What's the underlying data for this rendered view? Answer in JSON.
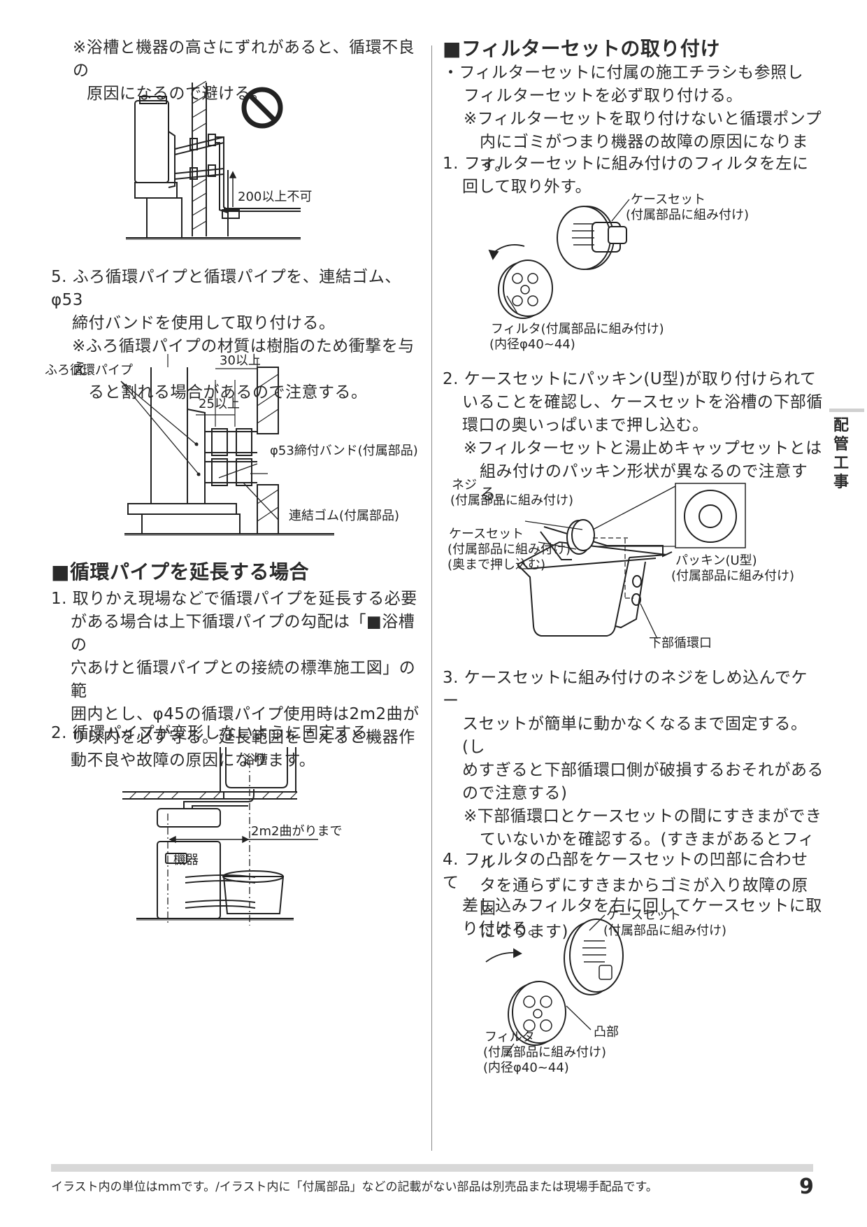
{
  "left": {
    "intro_note": [
      "※浴槽と機器の高さにずれがあると、循環不良の",
      "原因になるので避ける。"
    ],
    "fig1_label": "200以上不可",
    "step5": [
      "5. ふろ循環パイプと循環パイプを、連結ゴム、φ53",
      "締付バンドを使用して取り付ける。"
    ],
    "step5_note": [
      "※ふろ循環パイプの材質は樹脂のため衝撃を与え",
      "ると割れる場合があるので注意する。"
    ],
    "fig2": {
      "pipe": "ふろ循環パイプ",
      "dim30": "30以上",
      "dim25": "25以上",
      "band": "φ53締付バンド(付属部品)",
      "rubber": "連結ゴム(付属部品)"
    },
    "section_title": "■循環パイプを延長する場合",
    "step1": [
      "1. 取りかえ現場などで循環パイプを延長する必要",
      "がある場合は上下循環パイプの勾配は「■浴槽の",
      "穴あけと循環パイプとの接続の標準施工図」の範",
      "囲内とし、φ45の循環パイプ使用時は2m2曲が",
      "り以内を必ず守る。延長範囲をこえると機器作",
      "動不良や故障の原因になります。"
    ],
    "step2": "2. 循環パイプが変形しないように固定する。",
    "fig3": {
      "bath": "浴槽",
      "dim": "2m2曲がりまで",
      "unit": "機器"
    }
  },
  "right": {
    "section_title": "■フィルターセットの取り付け",
    "bullet": [
      "・フィルターセットに付属の施工チラシも参照し",
      "フィルターセットを必ず取り付ける。"
    ],
    "bullet_note": [
      "※フィルターセットを取り付けないと循環ポンプ",
      "内にゴミがつまり機器の故障の原因になります。"
    ],
    "step1": [
      "1. フィルターセットに組み付けのフィルタを左に",
      "回して取り外す。"
    ],
    "fig4": {
      "case": [
        "ケースセット",
        "(付属部品に組み付け)"
      ],
      "filter": [
        "フィルタ(付属部品に組み付け)",
        "(内径φ40~44)"
      ]
    },
    "step2": [
      "2. ケースセットにパッキン(U型)が取り付けられて",
      "いることを確認し、ケースセットを浴槽の下部循",
      "環口の奥いっぱいまで押し込む。"
    ],
    "step2_note": [
      "※フィルターセットと湯止めキャップセットとは",
      "組み付けのパッキン形状が異なるので注意する。"
    ],
    "fig5": {
      "screw": [
        "ネジ",
        "(付属部品に組み付け)"
      ],
      "case": [
        "ケースセット",
        "(付属部品に組み付け)",
        "(奥まで押し込む)"
      ],
      "packing": [
        "パッキン(U型)",
        "(付属部品に組み付け)"
      ],
      "outlet": "下部循環口"
    },
    "step3": [
      "3. ケースセットに組み付けのネジをしめ込んでケー",
      "スセットが簡単に動かなくなるまで固定する。(し",
      "めすぎると下部循環口側が破損するおそれがある",
      "ので注意する)"
    ],
    "step3_note": [
      "※下部循環口とケースセットの間にすきまができ",
      "ていないかを確認する。(すきまがあるとフィル",
      "タを通らずにすきまからゴミが入り故障の原因",
      "になります)"
    ],
    "step4": [
      "4. フィルタの凸部をケースセットの凹部に合わせて",
      "差し込みフィルタを右に回してケースセットに取",
      "り付ける。"
    ],
    "fig6": {
      "case": [
        "ケースセット",
        "(付属部品に組み付け)"
      ],
      "boss": "凸部",
      "filter": [
        "フィルタ",
        "(付属部品に組み付け)",
        "(内径φ40~44)"
      ]
    }
  },
  "side_tab": [
    "配",
    "管",
    "工",
    "事"
  ],
  "footer": "イラスト内の単位はmmです。/イラスト内に「付属部品」などの記載がない部品は別売品または現場手配品です。",
  "page_number": "9"
}
